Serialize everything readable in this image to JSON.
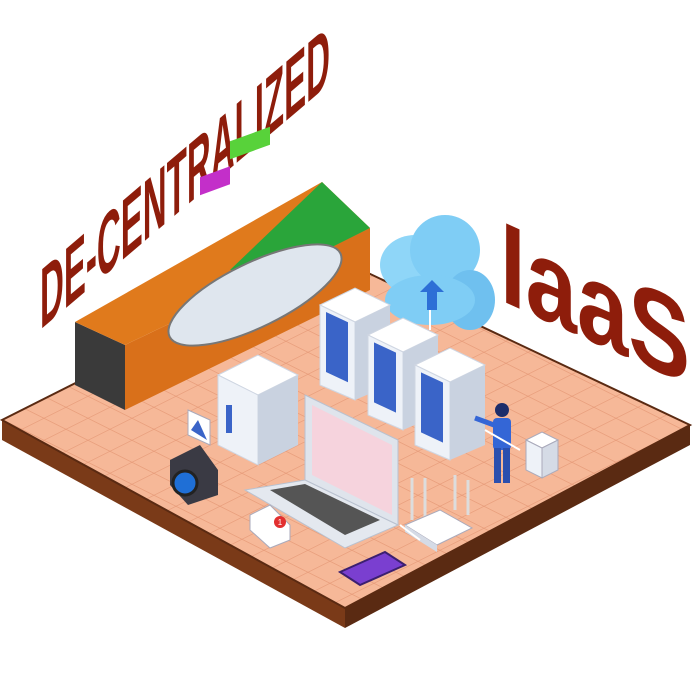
{
  "headline": {
    "line1": "DE-CENTRALIZED",
    "line2": "IaaS"
  },
  "colors": {
    "title": "#8e1d0b",
    "platform_top": "#f6b898",
    "platform_edge": "#5a2a12",
    "cloud": "#7fcdf5",
    "container_orange": "#e07a1c",
    "container_green": "#2aa53a",
    "server": "#eef2f8",
    "server_accent": "#3a64c8",
    "phone": "#7a3fd0"
  },
  "notification": {
    "badge_count": "1"
  }
}
